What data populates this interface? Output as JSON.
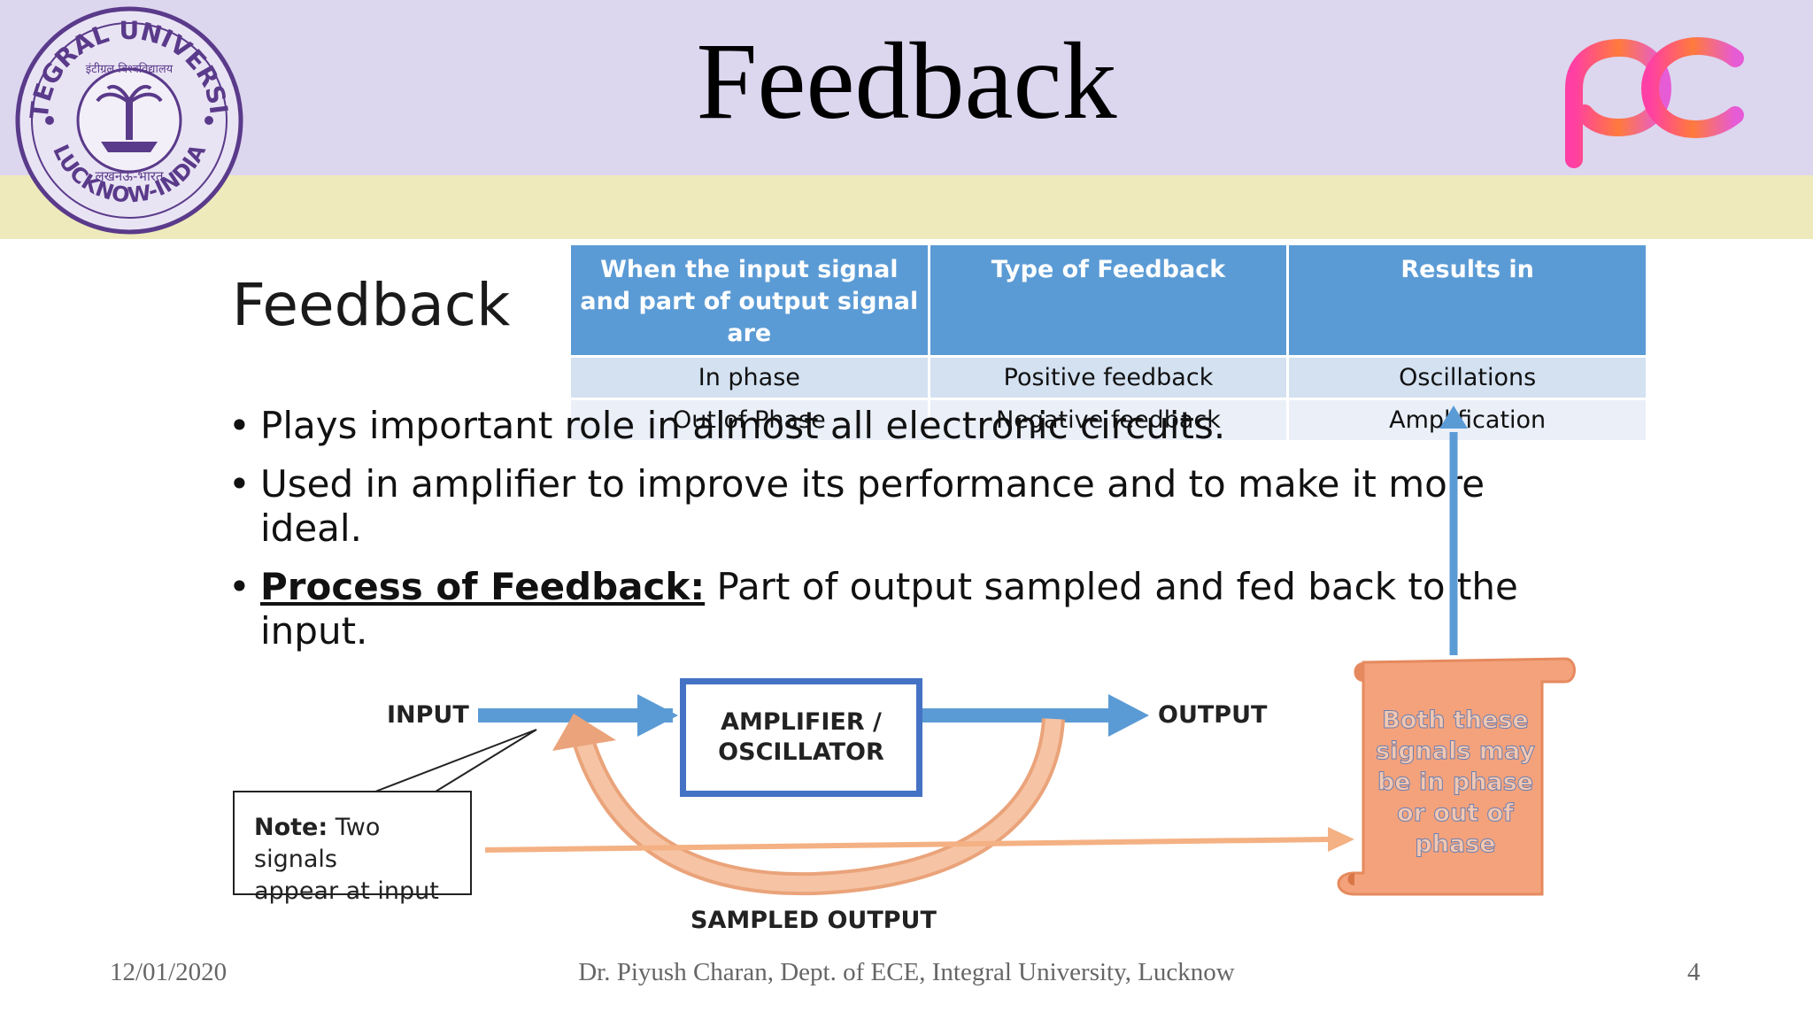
{
  "header": {
    "title": "Feedback",
    "logo_left_text_top": "INTEGRAL UNIVERSITY",
    "logo_left_text_bottom": "LUCKNOW-INDIA",
    "logo_left_hindi_top": "इंटीग्रल विश्वविद्यालय",
    "logo_left_hindi_bottom": "लखनऊ-भारत",
    "logo_right": "pc"
  },
  "slide": {
    "subtitle": "Feedback",
    "table": {
      "headers": [
        "When the input signal and part of output signal are",
        "Type of Feedback",
        "Results in"
      ],
      "rows": [
        [
          "In phase",
          "Positive feedback",
          "Oscillations"
        ],
        [
          "Out of Phase",
          "Negative feedback",
          "Amplification"
        ]
      ]
    },
    "bullets": [
      "Plays important role in almost all electronic circuits.",
      "Used in amplifier to improve its performance and to make it more ideal."
    ],
    "bullet3_strong": "Process of Feedback:",
    "bullet3_rest": " Part of output sampled and fed back to the input."
  },
  "diagram": {
    "input_label": "INPUT",
    "output_label": "OUTPUT",
    "amp_line1": "AMPLIFIER /",
    "amp_line2": "OSCILLATOR",
    "sampled_label": "SAMPLED OUTPUT",
    "note_strong": "Note:",
    "note_line1_rest": " Two signals",
    "note_line2": "appear at input",
    "scroll_text": "Both these signals may be in phase or out of phase"
  },
  "footer": {
    "date": "12/01/2020",
    "author": "Dr. Piyush Charan, Dept. of ECE, Integral University, Lucknow",
    "page": "4"
  },
  "colors": {
    "header_band": "#dcd6ef",
    "subheader_band": "#eeeabb",
    "table_header": "#5b9bd5",
    "arrow_blue": "#5b9bd5",
    "arrow_orange": "#f4b183",
    "box_border": "#4472c4"
  }
}
